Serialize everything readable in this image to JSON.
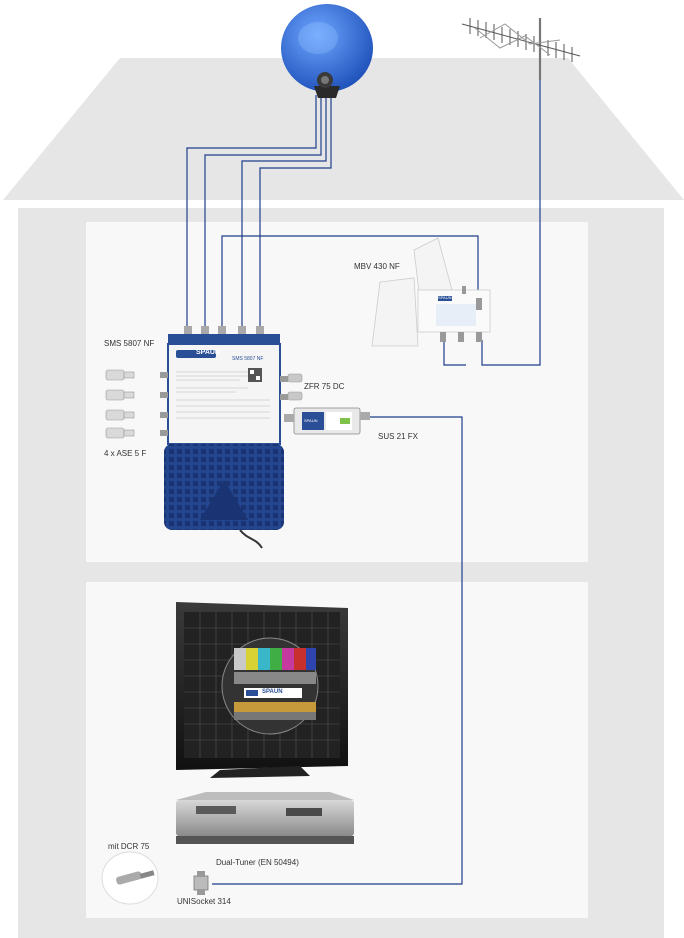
{
  "labels": {
    "multiswitch": "SMS 5807 NF",
    "amplifier": "MBV 430 NF",
    "filter": "ZFR 75 DC",
    "splitter": "SUS 21 FX",
    "terminators": "4 x ASE 5 F",
    "receiver": "Dual-Tuner (EN 50494)",
    "socket": "UNISocket 314",
    "adapter": "mit DCR 75"
  },
  "device_text": {
    "brand": "SPAUN",
    "multiswitch_model": "SMS 5807 NF",
    "amplifier_brand": "SPAUN",
    "splitter_brand": "SPAUN",
    "tv_brand": "SPAUN"
  },
  "colors": {
    "cable": "#1f3f8c",
    "house": "#e6e6e6",
    "room": "#f8f8f8",
    "device_blue": "#2a4f96"
  }
}
